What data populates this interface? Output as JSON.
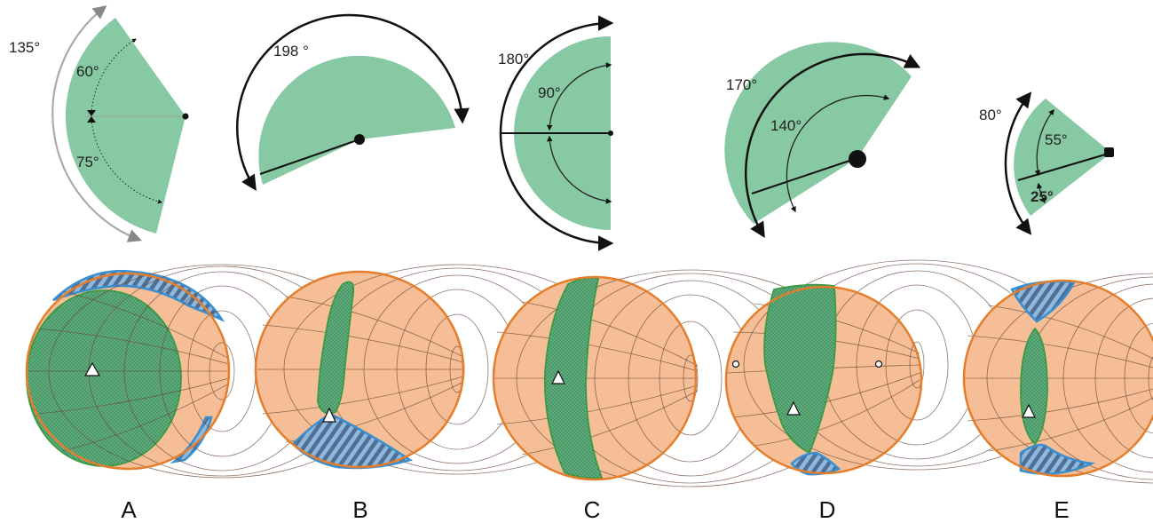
{
  "panels": [
    {
      "id": "A",
      "label": "A",
      "angles": [
        "135°",
        "60°",
        "75°"
      ]
    },
    {
      "id": "B",
      "label": "B",
      "angles": [
        "198 °"
      ]
    },
    {
      "id": "C",
      "label": "C",
      "angles": [
        "180°",
        "90°"
      ]
    },
    {
      "id": "D",
      "label": "D",
      "angles": [
        "170°",
        "140°"
      ]
    },
    {
      "id": "E",
      "label": "E",
      "angles": [
        "80°",
        "55°",
        "25°"
      ]
    }
  ],
  "colors": {
    "wedge": "#86c9a3",
    "globe": "#f6be96",
    "rim": "#e47e2c",
    "green_region": "#3a9a44",
    "blue_region": "#3a8fd0"
  }
}
